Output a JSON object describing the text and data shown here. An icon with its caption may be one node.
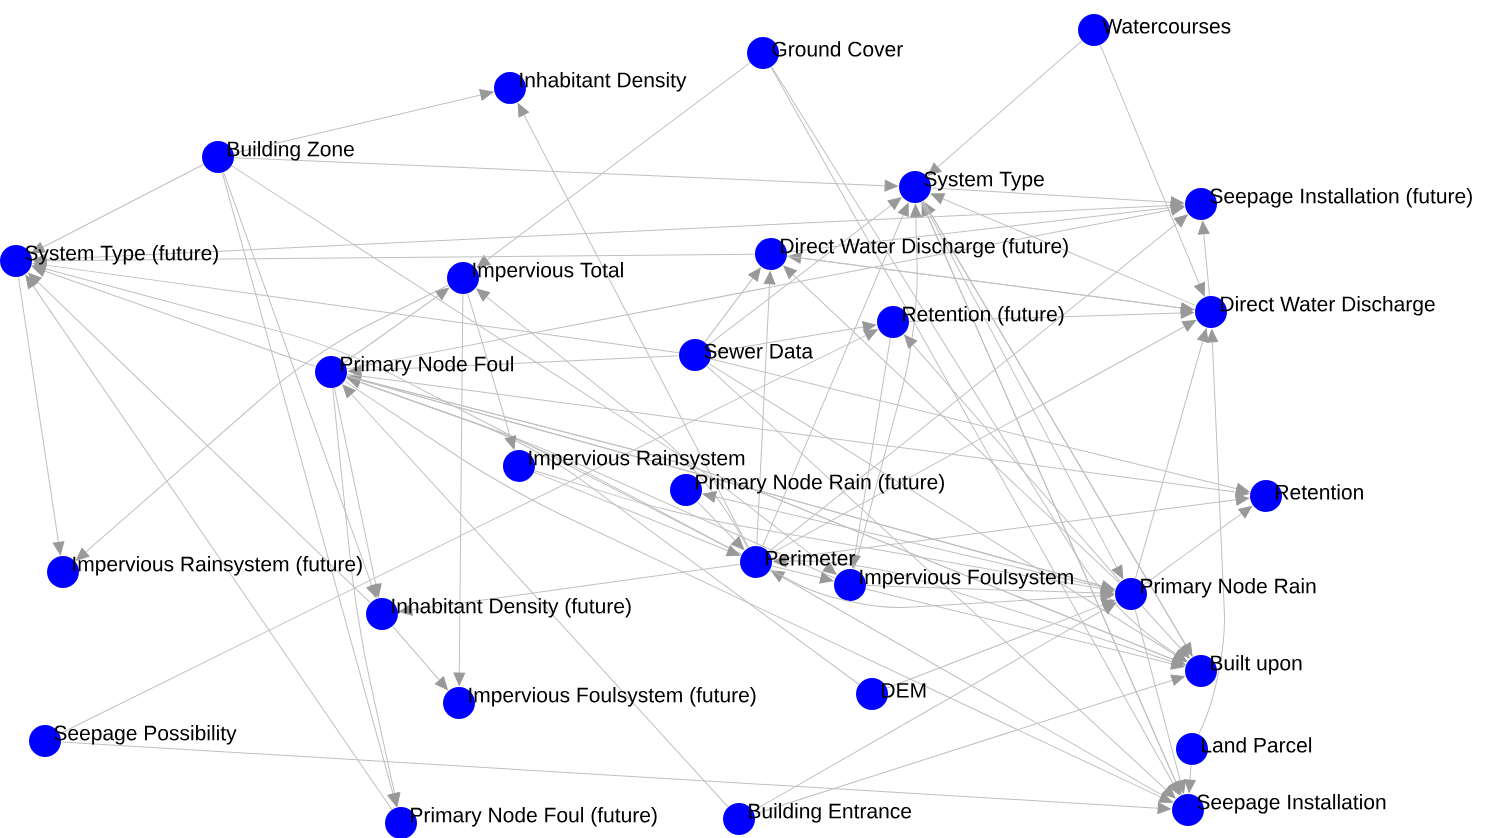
{
  "diagram": {
    "nodes": [
      {
        "text": [
          "Watercourses"
        ]
      },
      {
        "text": [
          "Ground Cover"
        ]
      },
      {
        "text": [
          "Inhabitant Density"
        ]
      },
      {
        "text": [
          "Building Zone"
        ]
      },
      {
        "text": [
          "System Type"
        ]
      },
      {
        "text": [
          "Seepage Installation (future)"
        ]
      },
      {
        "text": [
          "System Type (future)"
        ]
      },
      {
        "text": [
          "Direct Water Discharge (future)"
        ]
      },
      {
        "text": [
          "Impervious Total"
        ]
      },
      {
        "text": [
          "Direct Water Discharge"
        ]
      },
      {
        "text": [
          "Retention (future)"
        ]
      },
      {
        "text": [
          "Sewer Data"
        ]
      },
      {
        "text": [
          "Primary Node Foul"
        ]
      },
      {
        "text": [
          "Impervious Rainsystem"
        ]
      },
      {
        "text": [
          "Primary Node Rain (future)"
        ]
      },
      {
        "text": [
          "Retention"
        ]
      },
      {
        "text": [
          "Impervious Rainsystem (future)"
        ]
      },
      {
        "text": [
          "Perimeter"
        ]
      },
      {
        "text": [
          "Impervious Foulsystem"
        ]
      },
      {
        "text": [
          "Primary Node Rain"
        ]
      },
      {
        "text": [
          "Inhabitant Density (future)"
        ]
      },
      {
        "text": [
          "Built upon"
        ]
      },
      {
        "text": [
          "DEM"
        ]
      },
      {
        "text": [
          "Impervious Foulsystem (future)"
        ]
      },
      {
        "text": [
          "Seepage Possibility"
        ]
      },
      {
        "text": [
          "Land Parcel"
        ]
      },
      {
        "text": [
          "Primary Node Foul (future)"
        ]
      },
      {
        "text": [
          "Building Entrance"
        ]
      },
      {
        "text": [
          "Seepage Installation"
        ]
      }
    ],
    "edges": [
      {
        "from": 3,
        "to": 2,
        "arrow": "to"
      },
      {
        "from": 3,
        "to": 4,
        "arrow": "to"
      },
      {
        "from": 3,
        "to": 6,
        "arrow": "to"
      },
      {
        "from": 3,
        "to": 20,
        "arrow": "to"
      },
      {
        "from": 3,
        "to": 26,
        "arrow": "to"
      },
      {
        "from": 3,
        "to": 18,
        "arrow": "to"
      },
      {
        "from": 1,
        "to": 8,
        "arrow": "to"
      },
      {
        "from": 1,
        "to": 21,
        "arrow": "to"
      },
      {
        "from": 1,
        "to": 28,
        "arrow": "to"
      },
      {
        "from": 0,
        "to": 9,
        "arrow": "to"
      },
      {
        "from": 0,
        "to": 4,
        "arrow": "to"
      },
      {
        "from": 5,
        "to": 6,
        "arrow": "to"
      },
      {
        "from": 7,
        "to": 6,
        "arrow": "to"
      },
      {
        "from": 11,
        "to": 6,
        "arrow": "to"
      },
      {
        "from": 12,
        "to": 6,
        "arrow": "to"
      },
      {
        "from": 17,
        "to": 6,
        "arrow": "to"
      },
      {
        "from": 26,
        "to": 6,
        "arrow": "to"
      },
      {
        "from": 20,
        "to": 6,
        "arrow": "to"
      },
      {
        "from": 6,
        "to": 16,
        "arrow": "to"
      },
      {
        "from": 11,
        "to": 12,
        "arrow": "to"
      },
      {
        "from": 17,
        "to": 12,
        "arrow": "to"
      },
      {
        "from": 18,
        "to": 12,
        "arrow": "to"
      },
      {
        "from": 19,
        "to": 12,
        "arrow": "to"
      },
      {
        "from": 21,
        "to": 12,
        "arrow": "to"
      },
      {
        "from": 27,
        "to": 12,
        "arrow": "to"
      },
      {
        "from": 22,
        "to": 12,
        "arrow": "to"
      },
      {
        "from": 12,
        "to": 26,
        "arrow": "to"
      },
      {
        "from": 12,
        "to": 8,
        "arrow": "to"
      },
      {
        "from": 17,
        "to": 8,
        "arrow": "to"
      },
      {
        "from": 8,
        "to": 23,
        "arrow": "to"
      },
      {
        "from": 8,
        "to": 13,
        "arrow": "to"
      },
      {
        "from": 8,
        "to": 16,
        "arrow": "to"
      },
      {
        "from": 17,
        "to": 2,
        "arrow": "to"
      },
      {
        "from": 9,
        "to": 7,
        "arrow": "to"
      },
      {
        "from": 17,
        "to": 7,
        "arrow": "to"
      },
      {
        "from": 19,
        "to": 7,
        "arrow": "to"
      },
      {
        "from": 11,
        "to": 7,
        "arrow": "to"
      },
      {
        "from": 11,
        "to": 4,
        "arrow": "to"
      },
      {
        "from": 17,
        "to": 4,
        "arrow": "to"
      },
      {
        "from": 18,
        "to": 4,
        "arrow": "to"
      },
      {
        "from": 21,
        "to": 4,
        "arrow": "to"
      },
      {
        "from": 9,
        "to": 4,
        "arrow": "to"
      },
      {
        "from": 28,
        "to": 4,
        "arrow": "to"
      },
      {
        "from": 4,
        "to": 5,
        "arrow": "to"
      },
      {
        "from": 7,
        "to": 5,
        "arrow": "to"
      },
      {
        "from": 12,
        "to": 5,
        "arrow": "to"
      },
      {
        "from": 17,
        "to": 5,
        "arrow": "to"
      },
      {
        "from": 9,
        "to": 5,
        "arrow": "to"
      },
      {
        "from": 7,
        "to": 9,
        "arrow": "to"
      },
      {
        "from": 10,
        "to": 9,
        "arrow": "to"
      },
      {
        "from": 17,
        "to": 9,
        "arrow": "to"
      },
      {
        "from": 19,
        "to": 9,
        "arrow": "to"
      },
      {
        "from": 25,
        "to": 9,
        "arrow": "to"
      },
      {
        "from": 11,
        "to": 10,
        "arrow": "to"
      },
      {
        "from": 24,
        "to": 10,
        "arrow": "to"
      },
      {
        "from": 19,
        "to": 10,
        "arrow": "to"
      },
      {
        "from": 10,
        "to": 18,
        "arrow": "to"
      },
      {
        "from": 11,
        "to": 15,
        "arrow": "to"
      },
      {
        "from": 11,
        "to": 21,
        "arrow": "to"
      },
      {
        "from": 13,
        "to": 17,
        "arrow": "to"
      },
      {
        "from": 13,
        "to": 19,
        "arrow": "to"
      },
      {
        "from": 19,
        "to": 14,
        "arrow": "to"
      },
      {
        "from": 14,
        "to": 17,
        "arrow": "to"
      },
      {
        "from": 17,
        "to": 15,
        "arrow": "to"
      },
      {
        "from": 19,
        "to": 15,
        "arrow": "to"
      },
      {
        "from": 12,
        "to": 15,
        "arrow": "to"
      },
      {
        "from": 21,
        "to": 17,
        "arrow": "to"
      },
      {
        "from": 28,
        "to": 17,
        "arrow": "to"
      },
      {
        "from": 17,
        "to": 18,
        "arrow": "to"
      },
      {
        "from": 18,
        "to": 19,
        "arrow": "to"
      },
      {
        "from": 18,
        "to": 21,
        "arrow": "to"
      },
      {
        "from": 4,
        "to": 19,
        "arrow": "to"
      },
      {
        "from": 12,
        "to": 19,
        "arrow": "to"
      },
      {
        "from": 17,
        "to": 19,
        "arrow": "to"
      },
      {
        "from": 22,
        "to": 19,
        "arrow": "to"
      },
      {
        "from": 27,
        "to": 19,
        "arrow": "to"
      },
      {
        "from": 17,
        "to": 20,
        "arrow": "to"
      },
      {
        "from": 12,
        "to": 20,
        "arrow": "to"
      },
      {
        "from": 20,
        "to": 23,
        "arrow": "to"
      },
      {
        "from": 19,
        "to": 21,
        "arrow": "to"
      },
      {
        "from": 4,
        "to": 21,
        "arrow": "to"
      },
      {
        "from": 12,
        "to": 21,
        "arrow": "to"
      },
      {
        "from": 27,
        "to": 21,
        "arrow": "to"
      },
      {
        "from": 24,
        "to": 28,
        "arrow": "to"
      },
      {
        "from": 25,
        "to": 28,
        "arrow": "to"
      },
      {
        "from": 4,
        "to": 28,
        "arrow": "to"
      },
      {
        "from": 19,
        "to": 28,
        "arrow": "to"
      },
      {
        "from": 12,
        "to": 28,
        "arrow": "to"
      },
      {
        "from": 11,
        "to": 28,
        "arrow": "to"
      }
    ]
  }
}
